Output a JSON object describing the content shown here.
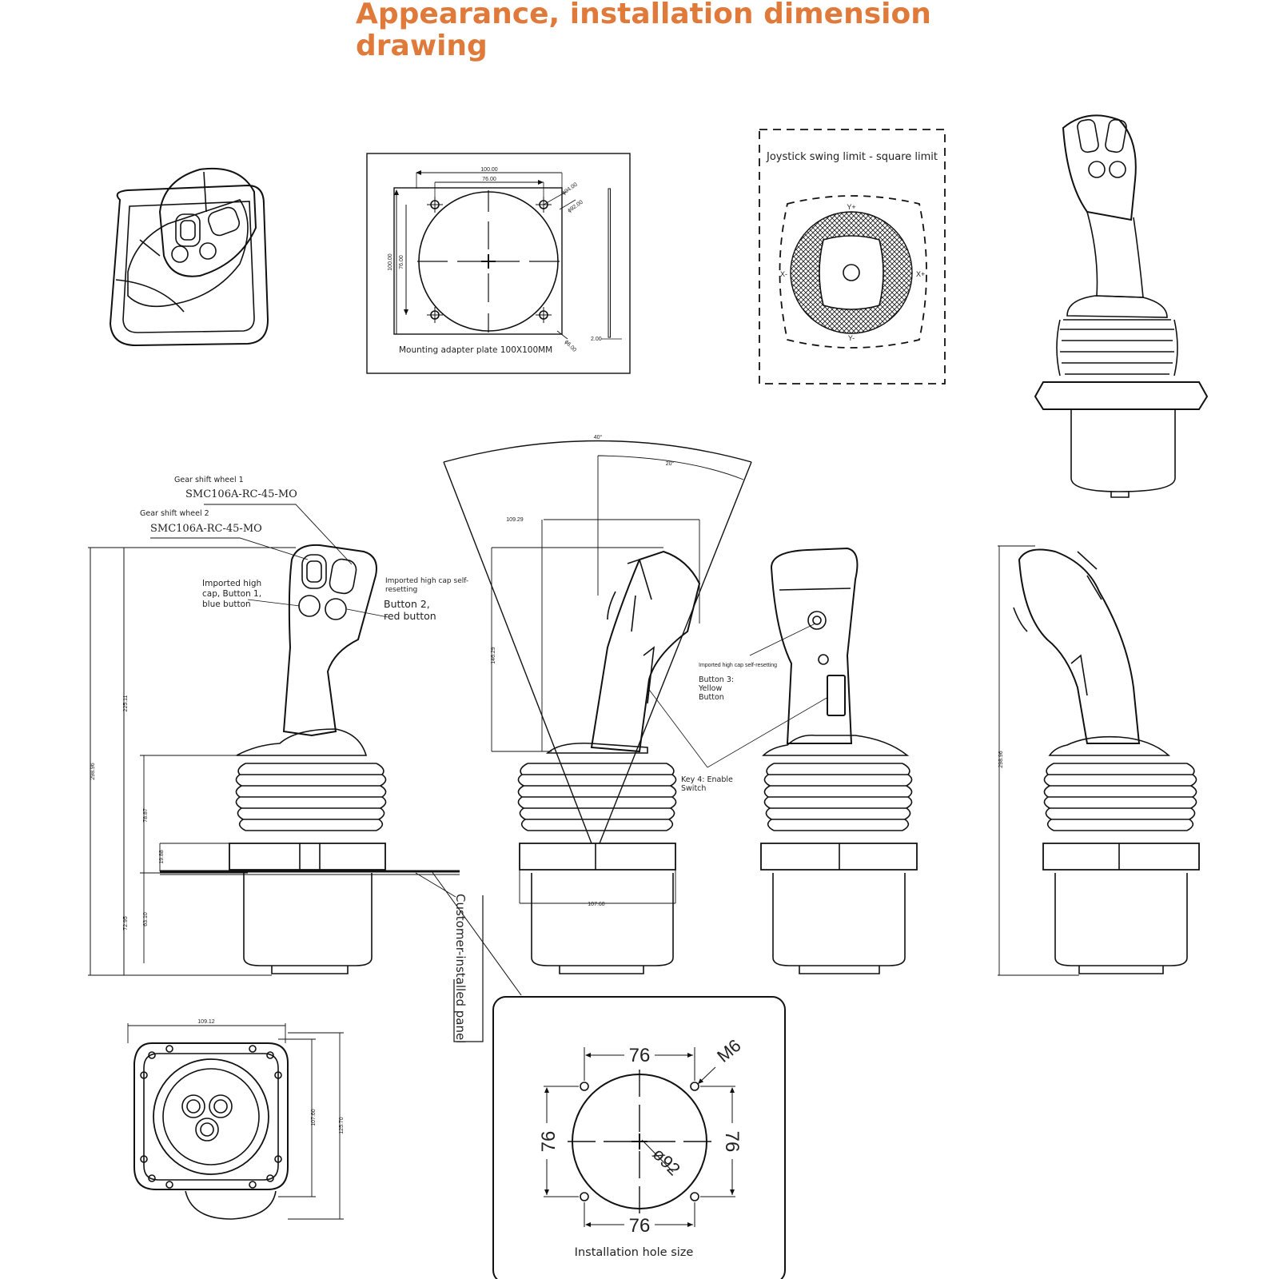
{
  "title": "Appearance, installation dimension drawing",
  "colors": {
    "accent": "#e07a3a",
    "line": "#111111"
  },
  "plate": {
    "caption": "Mounting adapter plate 100X100MM",
    "dims": {
      "w_outer": "100.00",
      "w_inner": "76.00",
      "h_outer": "100.00",
      "h_inner": "76.00",
      "dia1": "ϕ94.00",
      "dia2": "ϕ92.00",
      "hole": "ϕ6.00",
      "thickness": "2.00"
    }
  },
  "swing": {
    "title": "Joystick swing limit - square limit",
    "y_plus": "Y+",
    "y_minus": "Y-",
    "x_plus": "X+",
    "x_minus": "X-"
  },
  "front_view": {
    "gear1_label": "Gear shift wheel 1",
    "gear1_code": "SMC106A-RC-45-MO",
    "gear2_label": "Gear shift wheel 2",
    "gear2_code": "SMC106A-RC-45-MO",
    "button1": "Imported high cap, Button 1, blue button",
    "imported_self": "Imported high cap self-resetting",
    "button2": "Button 2, red button",
    "dims": {
      "total": "298.96",
      "upper": "225.11",
      "boot": "78.87",
      "flange": "19.88",
      "lower": "72.95",
      "below": "63.10"
    },
    "panel_label": "Customer-installed panel"
  },
  "side_view": {
    "angle_total": "40°",
    "angle_half": "20°",
    "width": "109.29",
    "height": "146.29",
    "base": "107.60"
  },
  "back_view": {
    "imported_self": "Imported high cap self-resetting",
    "button3": "Button 3: Yellow Button",
    "key4": "Key 4: Enable Switch"
  },
  "right_view": {
    "total": "298.96"
  },
  "bottom_view": {
    "width": "109.12",
    "h1": "107.60",
    "h2": "125.70"
  },
  "hole": {
    "caption": "Installation hole size",
    "top": "76",
    "bottom": "76",
    "left": "76",
    "right": "76",
    "thread": "M6",
    "dia": "ø92"
  }
}
